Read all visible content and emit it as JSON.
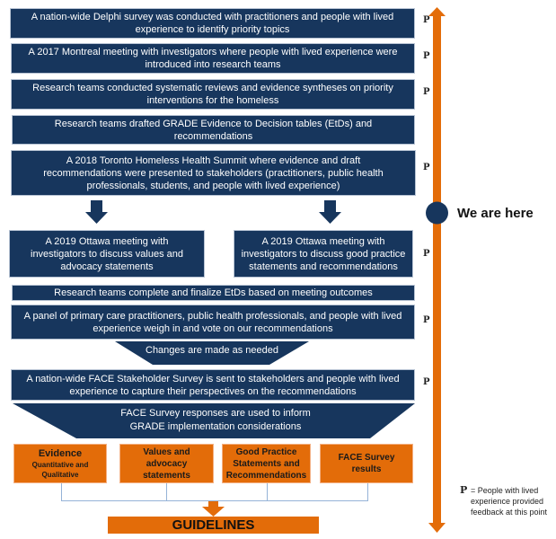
{
  "colors": {
    "navy": "#17365d",
    "orange": "#e36c09",
    "connector": "#95b3d7"
  },
  "steps": [
    {
      "text": "A nation-wide Delphi survey was conducted with practitioners and people with lived experience to identify priority topics",
      "p_mark": "P"
    },
    {
      "text": "A 2017 Montreal meeting with investigators where people with lived experience were introduced into research teams",
      "p_mark": "P"
    },
    {
      "text": "Research teams conducted systematic reviews and evidence syntheses on priority interventions for the homeless",
      "p_mark": "P"
    },
    {
      "text": "Research teams drafted GRADE Evidence to Decision tables (EtDs) and recommendations",
      "p_mark": ""
    },
    {
      "text": "A 2018 Toronto Homeless Health Summit where evidence and draft recommendations were presented to stakeholders (practitioners, public health professionals, students, and people with lived experience)",
      "p_mark": "P"
    }
  ],
  "ottawa": {
    "left": "A 2019 Ottawa meeting with investigators to discuss values and advocacy statements",
    "right": "A 2019 Ottawa meeting with investigators to discuss good practice statements and recommendations",
    "p_mark": "P"
  },
  "finalize": "Research teams complete and finalize EtDs based on meeting outcomes",
  "panel": {
    "text": "A panel of primary care practitioners, public health professionals, and people with lived experience weigh in and vote on our recommendations",
    "p_mark": "P"
  },
  "changes": "Changes are made as needed",
  "face_survey": {
    "text": "A nation-wide FACE Stakeholder Survey is sent to stakeholders and people with lived experience to capture their perspectives on the recommendations",
    "p_mark": "P"
  },
  "face_responses": "FACE Survey responses are used to inform GRADE implementation considerations",
  "outputs": [
    {
      "title": "Evidence",
      "sub": "Quantitative and Qualitative"
    },
    {
      "title": "Values and advocacy statements",
      "sub": ""
    },
    {
      "title": "Good Practice Statements and Recommendations",
      "sub": ""
    },
    {
      "title": "FACE Survey results",
      "sub": ""
    }
  ],
  "guidelines": "GUIDELINES",
  "timeline": {
    "marker_label": "We are here"
  },
  "legend": {
    "symbol": "P",
    "text": "= People with lived experience provided feedback at this point"
  }
}
